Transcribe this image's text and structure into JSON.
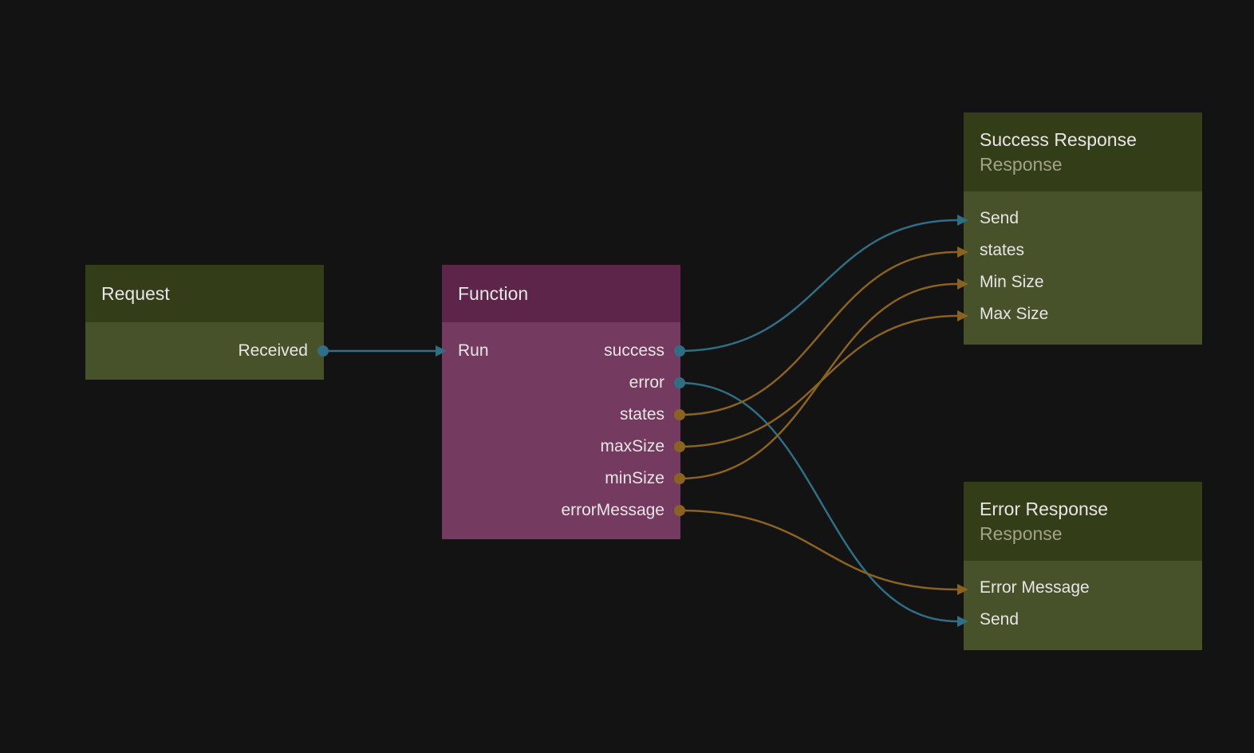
{
  "colors": {
    "background": "#131313",
    "exec_wire": "#2f6e85",
    "data_wire": "#8a6222",
    "exec_port": "#2f6e85",
    "data_port": "#8a6222"
  },
  "nodes": {
    "request": {
      "title": "Request",
      "outputs": {
        "received": "Received"
      }
    },
    "function": {
      "title": "Function",
      "inputs": {
        "run": "Run"
      },
      "outputs": {
        "success": "success",
        "error": "error",
        "states": "states",
        "maxSize": "maxSize",
        "minSize": "minSize",
        "errorMessage": "errorMessage"
      }
    },
    "success_response": {
      "title": "Success Response",
      "subtitle": "Response",
      "inputs": {
        "send": "Send",
        "states": "states",
        "min_size": "Min Size",
        "max_size": "Max Size"
      }
    },
    "error_response": {
      "title": "Error Response",
      "subtitle": "Response",
      "inputs": {
        "error_message": "Error Message",
        "send": "Send"
      }
    }
  },
  "connections": [
    {
      "from": "request.received",
      "to": "function.run",
      "kind": "exec"
    },
    {
      "from": "function.success",
      "to": "success_response.send",
      "kind": "exec"
    },
    {
      "from": "function.error",
      "to": "error_response.send",
      "kind": "exec"
    },
    {
      "from": "function.states",
      "to": "success_response.states",
      "kind": "data"
    },
    {
      "from": "function.maxSize",
      "to": "success_response.max_size",
      "kind": "data"
    },
    {
      "from": "function.minSize",
      "to": "success_response.min_size",
      "kind": "data"
    },
    {
      "from": "function.errorMessage",
      "to": "error_response.error_message",
      "kind": "data"
    }
  ]
}
